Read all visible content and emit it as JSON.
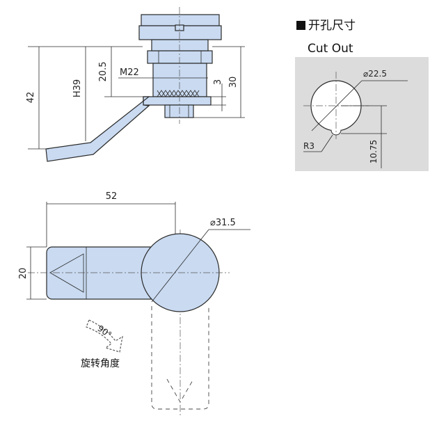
{
  "cutout": {
    "title": "开孔尺寸",
    "subtitle": "Cut Out",
    "diameter": "22.5",
    "radius": "R3",
    "height": "10.75"
  },
  "side_view": {
    "dim_42": "42",
    "dim_h39": "H39",
    "dim_20_5": "20.5",
    "dim_m22": "M22",
    "dim_3": "3",
    "dim_30": "30"
  },
  "top_view": {
    "dim_52": "52",
    "dim_20": "20",
    "diameter": "31.5",
    "rotation_angle": "90°",
    "rotation_label": "旋转角度"
  },
  "colors": {
    "part_fill": "#c9daf1",
    "cutout_bg": "#dcdcdc"
  }
}
